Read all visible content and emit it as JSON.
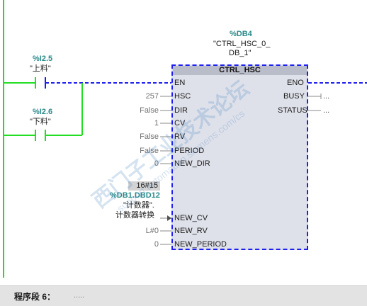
{
  "instance": {
    "address": "%DB4",
    "name_line1": "\"CTRL_HSC_0_",
    "name_line2": "DB_1\""
  },
  "contacts": [
    {
      "address": "%I2.5",
      "symbol": "\"上料\""
    },
    {
      "address": "%I2.6",
      "symbol": "\"下料\""
    }
  ],
  "block": {
    "title": "CTRL_HSC",
    "inputs": [
      {
        "pin": "EN",
        "value": ""
      },
      {
        "pin": "HSC",
        "value": "257"
      },
      {
        "pin": "DIR",
        "value": "False"
      },
      {
        "pin": "CV",
        "value": "1"
      },
      {
        "pin": "RV",
        "value": "False"
      },
      {
        "pin": "PERIOD",
        "value": "False"
      },
      {
        "pin": "NEW_DIR",
        "value": "0"
      },
      {
        "pin": "NEW_CV",
        "value": ""
      },
      {
        "pin": "NEW_RV",
        "value": "L#0"
      },
      {
        "pin": "NEW_PERIOD",
        "value": "0"
      }
    ],
    "outputs": [
      {
        "pin": "ENO",
        "value": ""
      },
      {
        "pin": "BUSY",
        "value": "..."
      },
      {
        "pin": "STATUS",
        "value": "..."
      }
    ]
  },
  "new_cv_operand": {
    "monitor_value": "16#15",
    "address": "%DB1.DBD12",
    "symbol_line1": "\"计数器\".",
    "symbol_line2": "计数器转换"
  },
  "network": {
    "label": "程序段 6：",
    "comment": "....."
  },
  "watermark": {
    "line1": "西门子工业技术论坛",
    "line2": "support.automation.siemens.com/cs"
  },
  "colors": {
    "power_flow": "#22dd22",
    "not_powered": "#1e1ef0",
    "address": "#2a8a8a"
  }
}
